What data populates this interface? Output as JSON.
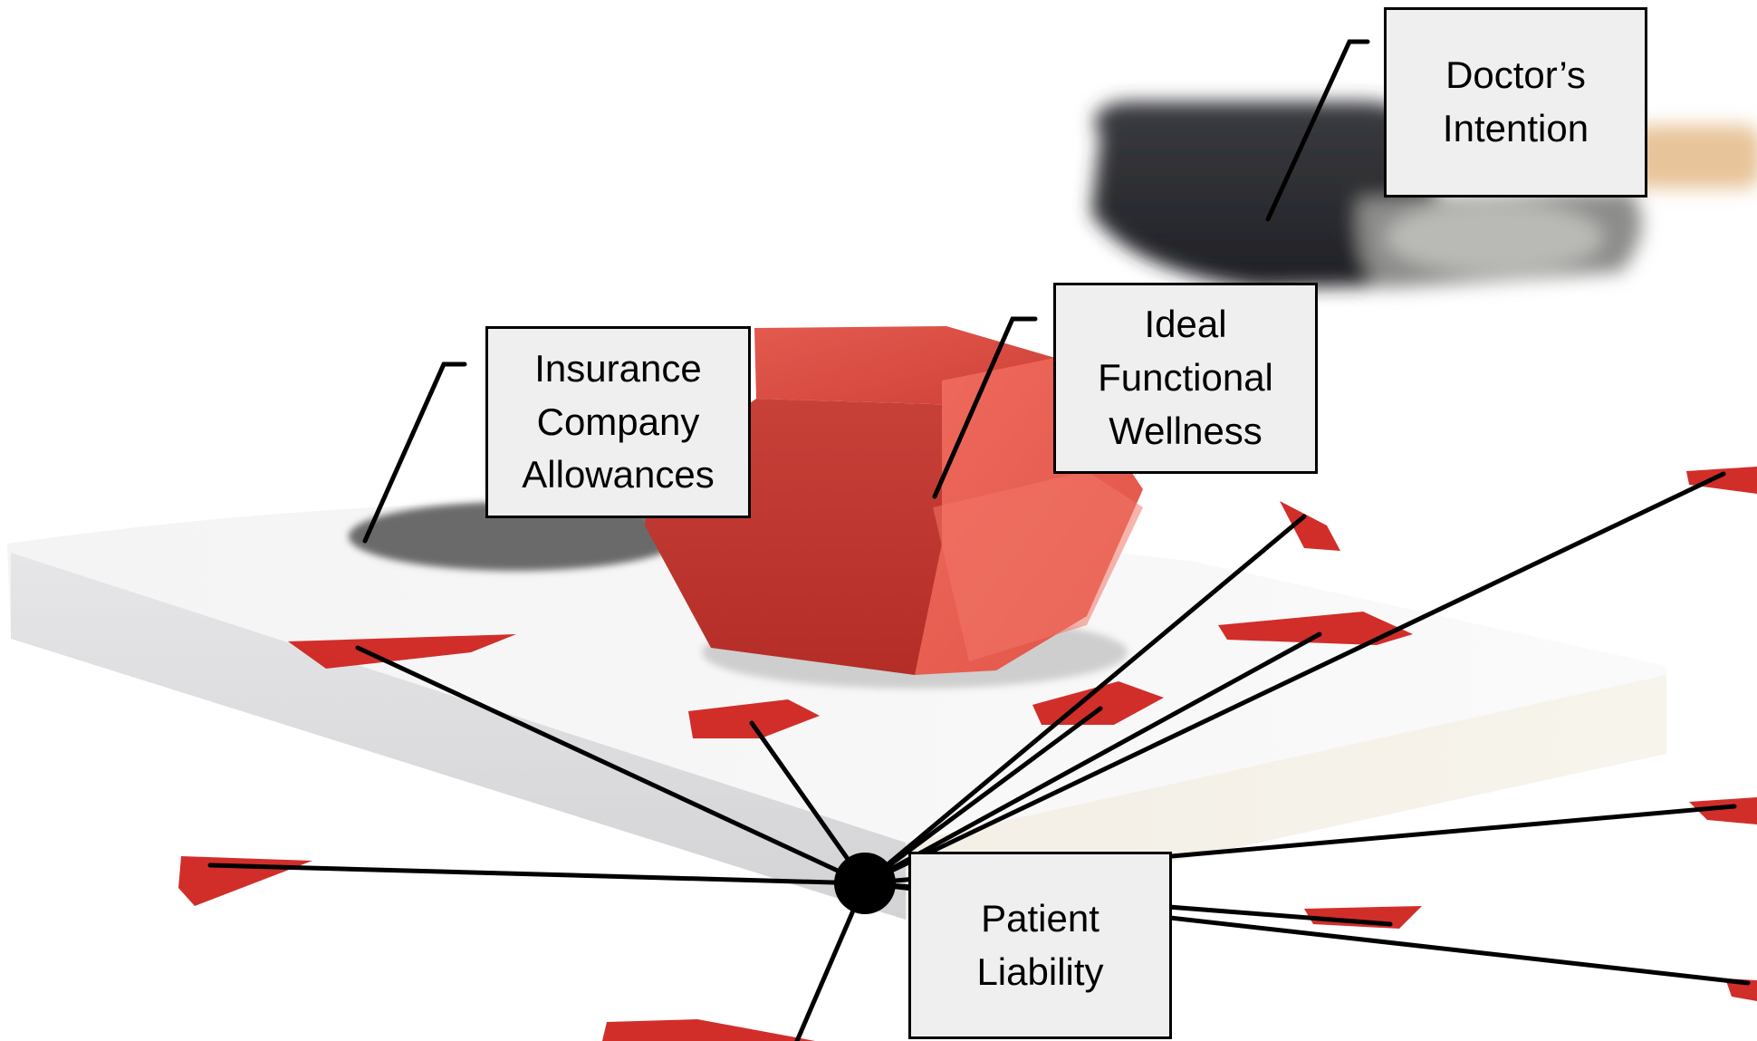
{
  "labels": {
    "doctor": [
      "Doctor’s",
      "Intention"
    ],
    "ideal": [
      "Ideal",
      "Functional",
      "Wellness"
    ],
    "insurance": [
      "Insurance",
      "Company",
      "Allowances"
    ],
    "patient": [
      "Patient",
      "Liability"
    ]
  },
  "colors": {
    "line": "#000000",
    "box_fill": "#efefef",
    "cube_red": "#d9473f",
    "petal_red": "#d0201c",
    "hammer_dark": "#2e2f33",
    "hammer_handle": "#e8c49a",
    "board": "#eeeeee"
  },
  "illustration": {
    "objects": [
      "mallet",
      "red-gem-cube",
      "white-board",
      "red-shards"
    ]
  }
}
